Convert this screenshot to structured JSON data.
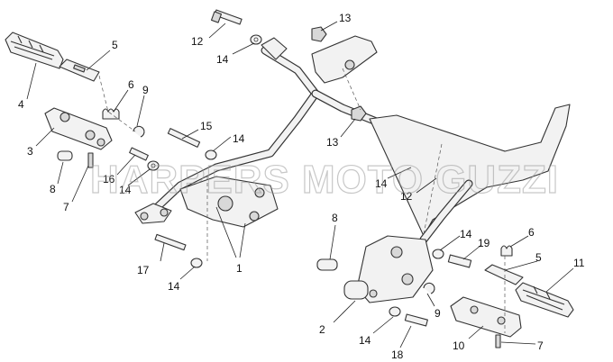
{
  "watermark": "HARPERS MOTO GUZZI",
  "callouts": [
    {
      "id": "c4",
      "text": "4"
    },
    {
      "id": "c5",
      "text": "5"
    },
    {
      "id": "c6a",
      "text": "6"
    },
    {
      "id": "c9a",
      "text": "9"
    },
    {
      "id": "c3",
      "text": "3"
    },
    {
      "id": "c8a",
      "text": "8"
    },
    {
      "id": "c7a",
      "text": "7"
    },
    {
      "id": "c16",
      "text": "16"
    },
    {
      "id": "c14a",
      "text": "14"
    },
    {
      "id": "c15",
      "text": "15"
    },
    {
      "id": "c14b",
      "text": "14"
    },
    {
      "id": "c12a",
      "text": "12"
    },
    {
      "id": "c14c",
      "text": "14"
    },
    {
      "id": "c13a",
      "text": "13"
    },
    {
      "id": "c13b",
      "text": "13"
    },
    {
      "id": "c14d",
      "text": "14"
    },
    {
      "id": "c12b",
      "text": "12"
    },
    {
      "id": "c1",
      "text": "1"
    },
    {
      "id": "c17",
      "text": "17"
    },
    {
      "id": "c14e",
      "text": "14"
    },
    {
      "id": "c8b",
      "text": "8"
    },
    {
      "id": "c14f",
      "text": "14"
    },
    {
      "id": "c19",
      "text": "19"
    },
    {
      "id": "c6b",
      "text": "6"
    },
    {
      "id": "c5b",
      "text": "5"
    },
    {
      "id": "c11",
      "text": "11"
    },
    {
      "id": "c2",
      "text": "2"
    },
    {
      "id": "c9b",
      "text": "9"
    },
    {
      "id": "c14g",
      "text": "14"
    },
    {
      "id": "c18",
      "text": "18"
    },
    {
      "id": "c10",
      "text": "10"
    },
    {
      "id": "c7b",
      "text": "7"
    }
  ]
}
